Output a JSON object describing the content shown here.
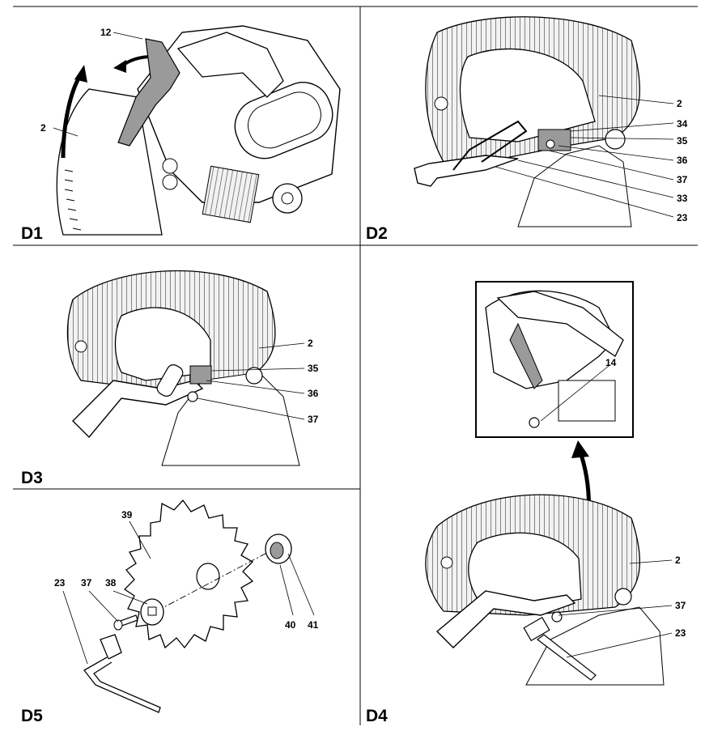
{
  "panels": {
    "d1": {
      "label": "D1",
      "callouts": [
        "12",
        "2"
      ]
    },
    "d2": {
      "label": "D2",
      "callouts": [
        "2",
        "34",
        "35",
        "36",
        "37",
        "33",
        "23"
      ]
    },
    "d3": {
      "label": "D3",
      "callouts": [
        "2",
        "35",
        "36",
        "37"
      ]
    },
    "d4": {
      "label": "D4",
      "callouts": [
        "14",
        "2",
        "37",
        "23"
      ]
    },
    "d5": {
      "label": "D5",
      "callouts": [
        "39",
        "23",
        "37",
        "38",
        "40",
        "41"
      ]
    }
  },
  "colors": {
    "ink": "#000000",
    "guard_fill": "#e8e8e8",
    "part_gray": "#9a9a9a"
  }
}
